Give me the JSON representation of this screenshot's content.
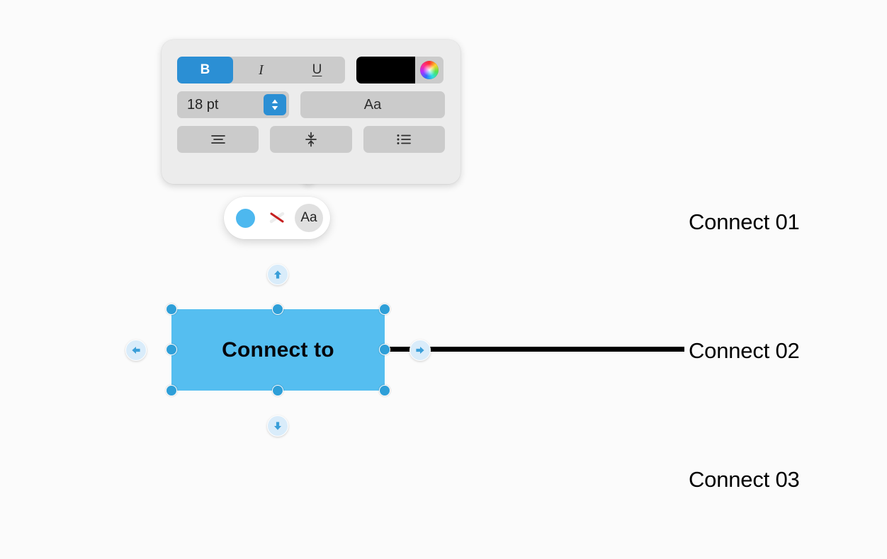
{
  "canvas": {
    "background_color": "#fbfbfb",
    "labels": [
      {
        "text": "Connect 01",
        "name": "canvas-label-connect-01"
      },
      {
        "text": "Connect 02",
        "name": "canvas-label-connect-02"
      },
      {
        "text": "Connect 03",
        "name": "canvas-label-connect-03"
      }
    ],
    "connector": {
      "name": "connector-line",
      "color": "#000000"
    }
  },
  "shape": {
    "text": "Connect to",
    "fill_color": "#55bef0",
    "text_color": "#05060c",
    "handle_color": "#2e9fd8",
    "selected": true,
    "handles": [
      "handle-top-left",
      "handle-top-center",
      "handle-top-right",
      "handle-middle-left",
      "handle-middle-right",
      "handle-bottom-left",
      "handle-bottom-center",
      "handle-bottom-right"
    ],
    "nudge_buttons": [
      {
        "name": "nudge-up-button",
        "icon": "arrow-up-icon",
        "direction": "up"
      },
      {
        "name": "nudge-down-button",
        "icon": "arrow-down-icon",
        "direction": "down"
      },
      {
        "name": "nudge-left-button",
        "icon": "arrow-left-icon",
        "direction": "left"
      },
      {
        "name": "nudge-right-button",
        "icon": "arrow-right-icon",
        "direction": "right"
      }
    ]
  },
  "format_popover": {
    "accent_color": "#2b8fd4",
    "background_color": "#ececec",
    "style_segment": {
      "bold_label": "B",
      "bold_active": true,
      "italic_label": "I",
      "italic_active": false,
      "underline_label": "U",
      "underline_active": false
    },
    "text_color": {
      "swatch_color": "#000000",
      "wheel_icon": "color-wheel-icon"
    },
    "font_size": {
      "value": "18 pt",
      "stepper_icon": "stepper-up-down-icon"
    },
    "font_button": {
      "label": "Aa"
    },
    "paragraph_row": [
      {
        "name": "text-align-center-button",
        "icon": "align-center-icon"
      },
      {
        "name": "line-spacing-button",
        "icon": "line-spacing-icon"
      },
      {
        "name": "bulleted-list-button",
        "icon": "bulleted-list-icon"
      }
    ]
  },
  "shape_popover": {
    "items": [
      {
        "name": "fill-color-button",
        "icon": "fill-color-dot-icon",
        "color": "#4db8ef",
        "selected": false
      },
      {
        "name": "no-stroke-button",
        "icon": "no-stroke-icon",
        "selected": false
      },
      {
        "name": "text-format-button",
        "icon": "text-format-icon",
        "label": "Aa",
        "selected": true
      }
    ]
  }
}
